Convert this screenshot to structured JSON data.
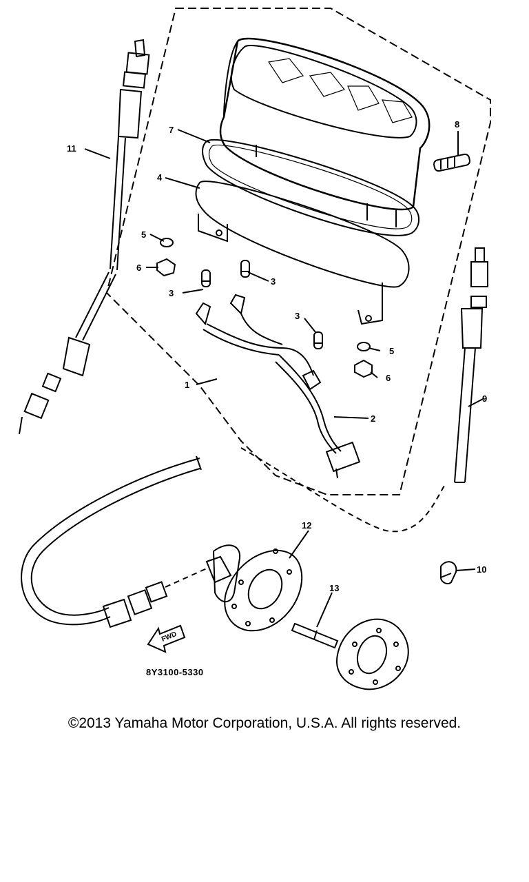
{
  "diagram": {
    "callouts": [
      {
        "id": "c1",
        "text": "1"
      },
      {
        "id": "c2",
        "text": "2"
      },
      {
        "id": "c3a",
        "text": "3"
      },
      {
        "id": "c3b",
        "text": "3"
      },
      {
        "id": "c3c",
        "text": "3"
      },
      {
        "id": "c4",
        "text": "4"
      },
      {
        "id": "c5a",
        "text": "5"
      },
      {
        "id": "c5b",
        "text": "5"
      },
      {
        "id": "c6a",
        "text": "6"
      },
      {
        "id": "c6b",
        "text": "6"
      },
      {
        "id": "c7",
        "text": "7"
      },
      {
        "id": "c8",
        "text": "8"
      },
      {
        "id": "c9",
        "text": "9"
      },
      {
        "id": "c10",
        "text": "10"
      },
      {
        "id": "c11",
        "text": "11"
      },
      {
        "id": "c12",
        "text": "12"
      },
      {
        "id": "c13",
        "text": "13"
      }
    ],
    "fwd_label": "FWD",
    "ref_code": "8Y3100-5330"
  },
  "footer": {
    "copyright": "©2013 Yamaha Motor Corporation, U.S.A. All rights reserved."
  }
}
